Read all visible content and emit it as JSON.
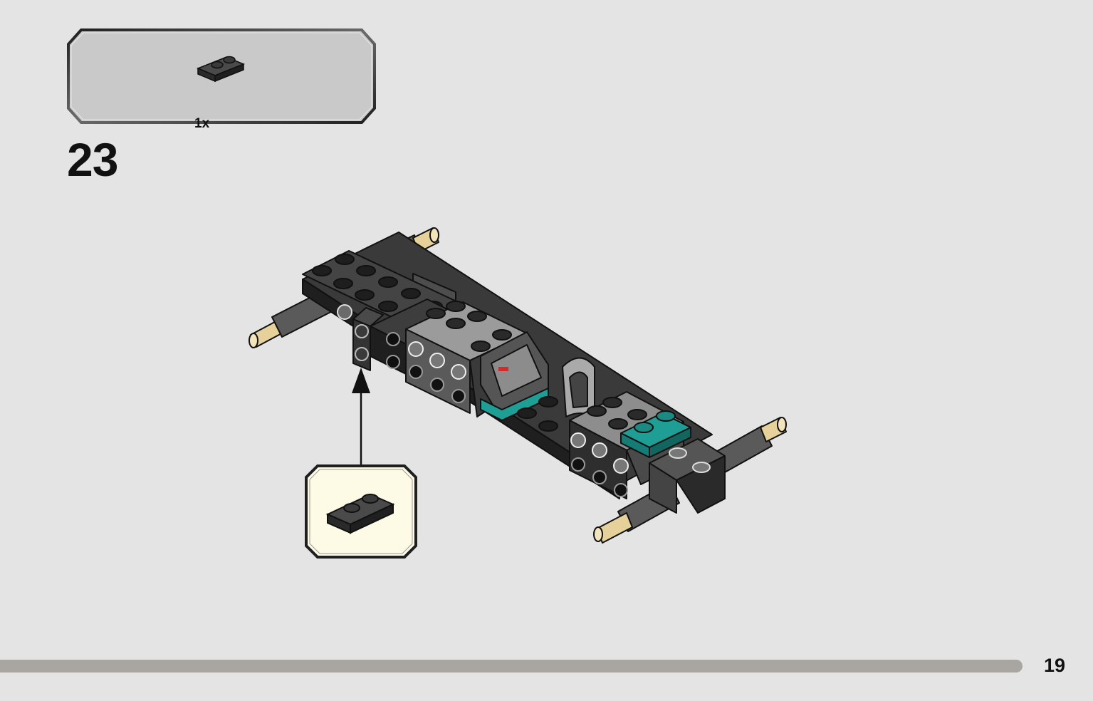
{
  "parts_callout": {
    "quantity": "1x",
    "part_icon": "black-plate-1x2-icon"
  },
  "step": {
    "number": "23"
  },
  "subassembly_callout": {
    "part_icon": "black-plate-1x2-icon"
  },
  "assembly": {
    "illustration": "vehicle-chassis-assembly",
    "direction_indicator": "arrow-up-icon"
  },
  "colors": {
    "page_background": "#e4e4e4",
    "callout_background": "#c9c9c9",
    "subassembly_background": "#fdfbe6",
    "brick_black": "#2c2c2c",
    "brick_dark_gray": "#595959",
    "brick_light_gray": "#9b9b9b",
    "accent_teal": "#1f9e95",
    "axle_tan": "#e6d19a",
    "progress_bar": "#a9a5a0"
  },
  "footer": {
    "page_number": "19"
  }
}
